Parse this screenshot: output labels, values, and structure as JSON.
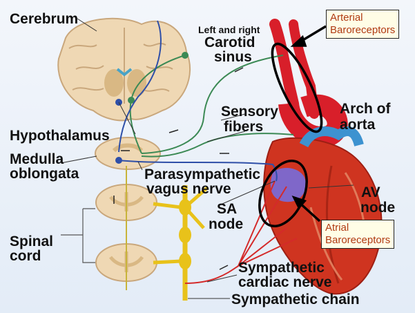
{
  "labels": {
    "cerebrum": "Cerebrum",
    "carotid_top": "Left and right",
    "carotid_1": "Carotid",
    "carotid_2": "sinus",
    "sensory_1": "Sensory",
    "sensory_2": "fibers",
    "arch_1": "Arch of",
    "arch_2": "aorta",
    "hypothalamus": "Hypothalamus",
    "medulla_1": "Medulla",
    "medulla_2": "oblongata",
    "para_1": "Parasympathetic",
    "para_2": "vagus nerve",
    "sa_1": "SA",
    "sa_2": "node",
    "av_1": "AV",
    "av_2": "node",
    "spinal_1": "Spinal",
    "spinal_2": "cord",
    "symp_cardiac_1": "Sympathetic",
    "symp_cardiac_2": "cardiac nerve",
    "symp_chain": "Sympathetic chain"
  },
  "callouts": {
    "arterial": [
      "Arterial",
      "Baroreceptors"
    ],
    "atrial": [
      "Atrial",
      "Baroreceptors"
    ]
  },
  "colors": {
    "brain": "#efd8b4",
    "sensory_nerve": "#3c8a55",
    "vagus_nerve": "#2e4fa8",
    "sympathetic_nerve": "#d42a2a",
    "sympathetic_chain": "#e8c21a",
    "aorta": "#d81f2a",
    "heart": "#cf3420",
    "veins": "#3d92d0",
    "callout_text": "#b03a12"
  }
}
